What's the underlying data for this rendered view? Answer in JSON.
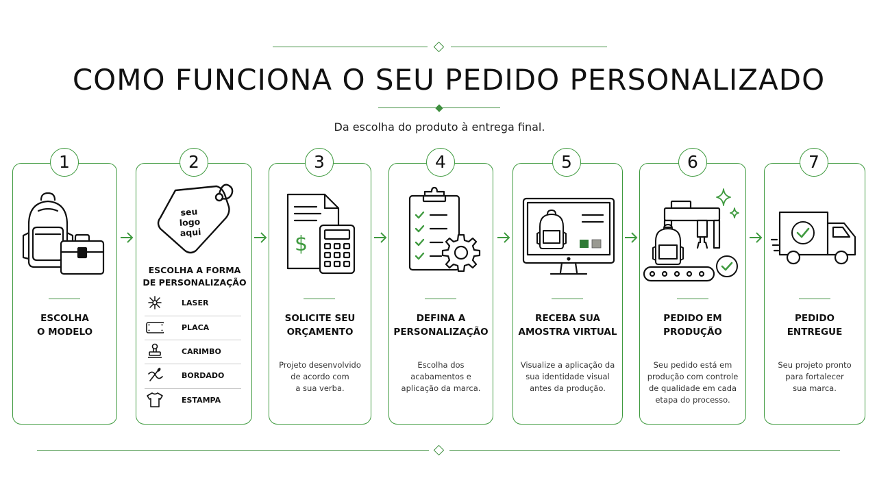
{
  "header": {
    "title": "COMO FUNCIONA O SEU PEDIDO PERSONALIZADO",
    "subtitle": "Da escolha do produto à entrega final."
  },
  "steps": [
    {
      "number": "1",
      "title_line1": "ESCOLHA",
      "title_line2": "O MODELO",
      "desc": []
    },
    {
      "number": "2",
      "title_line1": "",
      "title_line2": "",
      "desc": []
    },
    {
      "number": "3",
      "title_line1": "SOLICITE SEU",
      "title_line2": "ORÇAMENTO",
      "desc": [
        "Projeto desenvolvido",
        "de acordo com",
        "a sua verba."
      ]
    },
    {
      "number": "4",
      "title_line1": "DEFINA A",
      "title_line2": "PERSONALIZAÇÃO",
      "desc": [
        "Escolha dos",
        "acabamentos e",
        "aplicação da marca."
      ]
    },
    {
      "number": "5",
      "title_line1": "RECEBA SUA",
      "title_line2": "AMOSTRA VIRTUAL",
      "desc": [
        "Visualize a aplicação da",
        "sua identidade visual",
        "antes da produção."
      ]
    },
    {
      "number": "6",
      "title_line1": "PEDIDO EM",
      "title_line2": "PRODUÇÃO",
      "desc": [
        "Seu pedido está em",
        "produção com controle",
        "de qualidade em cada",
        "etapa do processo."
      ]
    },
    {
      "number": "7",
      "title_line1": "PEDIDO",
      "title_line2": "ENTREGUE",
      "desc": [
        "Seu projeto pronto",
        "para fortalecer",
        "sua marca."
      ]
    }
  ],
  "personalization": {
    "tag_lines": [
      "seu",
      "logo",
      "aqui"
    ],
    "title_line1": "ESCOLHA A FORMA",
    "title_line2": "DE PERSONALIZAÇÃO",
    "options": [
      {
        "label": "LASER",
        "icon": "laser-icon"
      },
      {
        "label": "PLACA",
        "icon": "plate-icon"
      },
      {
        "label": "CARIMBO",
        "icon": "stamp-icon"
      },
      {
        "label": "BORDADO",
        "icon": "embroidery-needle-icon"
      },
      {
        "label": "ESTAMPA",
        "icon": "tshirt-icon"
      }
    ]
  },
  "icons": {
    "step1": [
      "backpack-icon",
      "briefcase-icon"
    ],
    "step2": "logo-tag-icon",
    "step3": [
      "document-dollar-icon",
      "calculator-icon"
    ],
    "step4": [
      "clipboard-checklist-icon",
      "gear-icon"
    ],
    "step5": [
      "monitor-icon",
      "backpack-icon",
      "color-swatch-icon"
    ],
    "step6": [
      "factory-machine-icon",
      "conveyor-belt-icon",
      "check-circle-icon",
      "sparkle-icon"
    ],
    "step7": [
      "delivery-truck-icon",
      "check-circle-icon"
    ]
  },
  "colors": {
    "accent": "#3f9a3f",
    "swatch_green": "#2f7a35",
    "swatch_gray": "#9a9a92"
  }
}
